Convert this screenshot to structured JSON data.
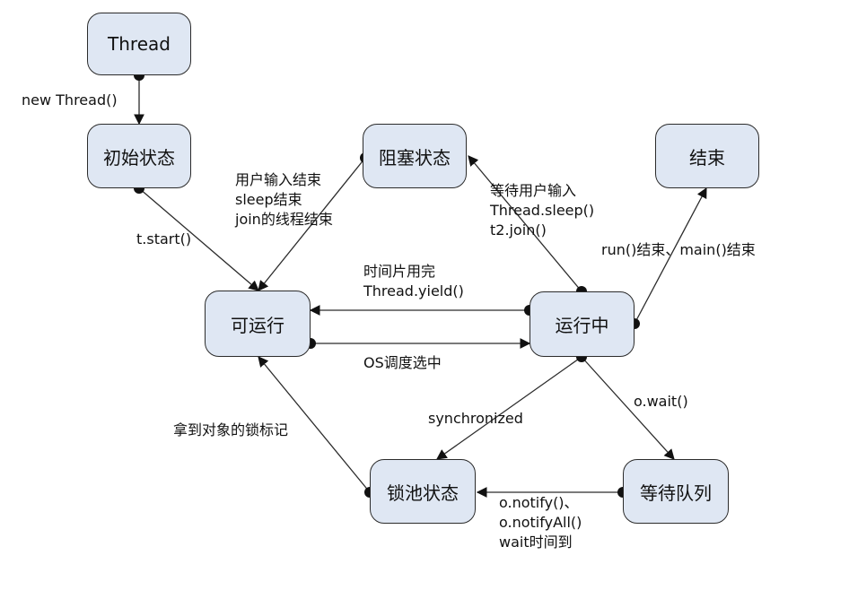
{
  "states": {
    "thread": "Thread",
    "initial": "初始状态",
    "blocked": "阻塞状态",
    "ended": "结束",
    "runnable": "可运行",
    "running": "运行中",
    "lock_pool": "锁池状态",
    "waiting": "等待队列"
  },
  "labels": {
    "new_thread": "new Thread()",
    "t_start": "t.start()",
    "blocked_end": [
      "用户输入结束",
      "sleep结束",
      "join的线程结束"
    ],
    "to_blocked": [
      "等待用户输入",
      "Thread.sleep()",
      "t2.join()"
    ],
    "run_end": "run()结束、main()结束",
    "yield": [
      "时间片用完",
      "Thread.yield()"
    ],
    "os_schedule": "OS调度选中",
    "synchronized": "synchronized",
    "o_wait": "o.wait()",
    "got_lock": "拿到对象的锁标记",
    "notify": [
      "o.notify()、",
      "o.notifyAll()",
      "wait时间到"
    ]
  },
  "colors": {
    "state_fill": "#dfe7f3",
    "line": "#2b2b2b"
  }
}
